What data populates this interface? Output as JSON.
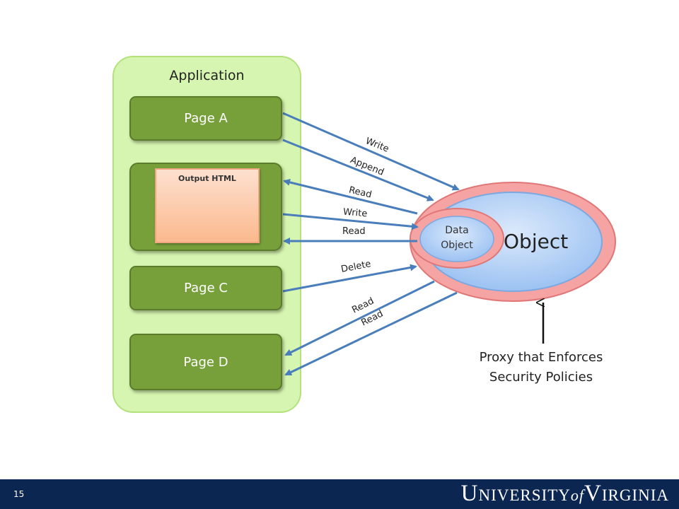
{
  "application": {
    "label": "Application"
  },
  "pages": {
    "a": "Page A",
    "output_html": "Output HTML",
    "c": "Page C",
    "d": "Page D"
  },
  "arrows": {
    "write1": "Write",
    "append": "Append",
    "read1": "Read",
    "write2": "Write",
    "read2": "Read",
    "delete": "Delete",
    "read3": "Read",
    "read4": "Read"
  },
  "object": {
    "label": "Object",
    "data_object": [
      "Data",
      "Object"
    ]
  },
  "proxy": {
    "lines": [
      "Proxy that Enforces",
      "Security Policies"
    ]
  },
  "footer": {
    "slide_number": "15",
    "logo_main1": "University",
    "logo_of": "of",
    "logo_main2": "Virginia"
  },
  "colors": {
    "page_green": "#77a03a",
    "app_panel": "#d6f5b0",
    "arrow_blue": "#4a7ebb",
    "object_pink": "#f5a3a3",
    "object_blue": "#b3d1f7",
    "footer_navy": "#0c2652"
  }
}
